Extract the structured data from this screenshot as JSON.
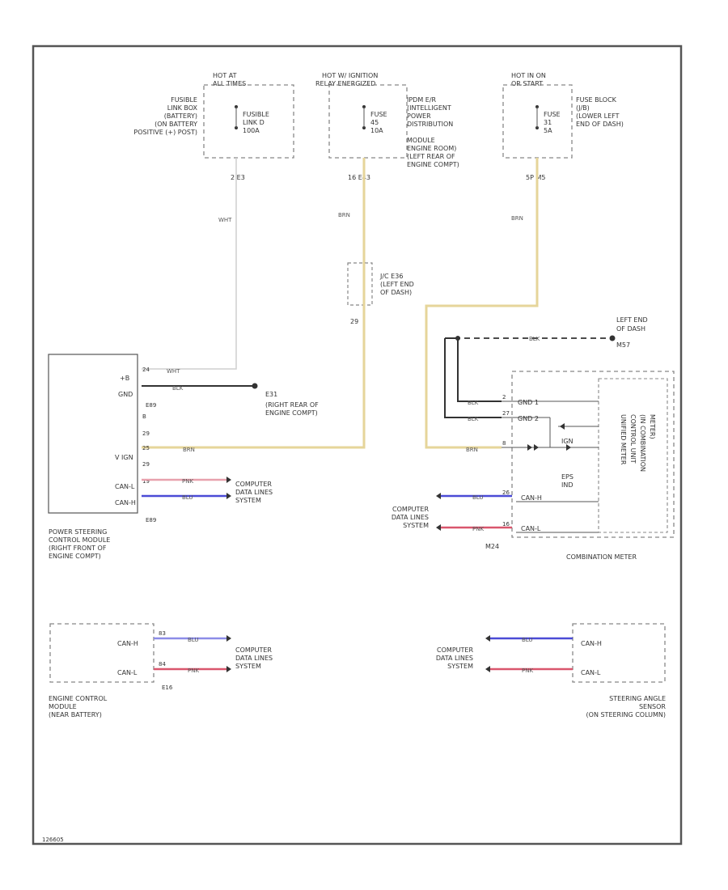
{
  "colors": {
    "frame": "#555555",
    "box_dash": "#888888",
    "wire_yellow": "#e6d59a",
    "wire_white": "#cfcfcf",
    "wire_black": "#333333",
    "wire_pink": "#e8a1ad",
    "wire_red": "#d9566d",
    "wire_blue": "#4b4bd6",
    "wire_blue_light": "#8c8ce8"
  },
  "power": {
    "fusible": {
      "hot_label": [
        "HOT AT",
        "ALL TIMES"
      ],
      "loc_label": [
        "FUSIBLE",
        "LINK BOX",
        "(BATTERY)",
        "(ON BATTERY",
        "POSITIVE (+) POST)"
      ],
      "fuse_label": [
        "FUSIBLE",
        "LINK D",
        "100A"
      ],
      "connector": "2 E3"
    },
    "ipdm": {
      "hot_label": [
        "HOT W/ IGNITION",
        "RELAY ENERGIZED"
      ],
      "fuse_label": [
        "FUSE",
        "45",
        "10A"
      ],
      "loc_label": [
        "IPDM E/R",
        "(INTELLIGENT",
        "POWER",
        "DISTRIBUTION",
        "MODULE",
        "ENGINE ROOM)",
        "(LEFT REAR OF",
        "ENGINE COMPT)"
      ],
      "connector": "16 E43"
    },
    "fuseblock": {
      "hot_label": [
        "HOT IN ON",
        "OR START"
      ],
      "fuse_label": [
        "FUSE",
        "31",
        "5A"
      ],
      "loc_label": [
        "FUSE BLOCK",
        "(J/B)",
        "(LOWER LEFT",
        "END OF DASH)"
      ],
      "connector": "5P M5"
    }
  },
  "junction": {
    "label": [
      "J/C E36",
      "(LEFT END",
      "OF DASH)"
    ],
    "pin": "29"
  },
  "wires": {
    "wht": "WHT",
    "brn_1": "BRN",
    "brn_2": "BRN",
    "brn_3": "BRN",
    "blk": "BLK",
    "pnk": "PNK",
    "blu": "BLU"
  },
  "ps_module": {
    "pins": [
      "24",
      "B",
      "29",
      "25",
      "29",
      "19"
    ],
    "pin_names": [
      "+B",
      "GND",
      "V IGN",
      "CAN-L",
      "CAN-H"
    ],
    "connector_1": "E89",
    "connector_2": "E89",
    "ground": "E31",
    "ground_label": [
      "(RIGHT REAR OF",
      "ENGINE COMPT)"
    ],
    "label": [
      "POWER STEERING",
      "CONTROL MODULE",
      "(RIGHT FRONT OF",
      "ENGINE COMPT)"
    ]
  },
  "cds_labels": {
    "ps": [
      "COMPUTER",
      "DATA LINES",
      "SYSTEM"
    ],
    "meter": [
      "COMPUTER",
      "DATA LINES",
      "SYSTEM"
    ],
    "ecm": [
      "COMPUTER",
      "DATA LINES",
      "SYSTEM"
    ],
    "sas": [
      "COMPUTER",
      "DATA LINES",
      "SYSTEM"
    ]
  },
  "combination_meter": {
    "ground_label": [
      "LEFT END",
      "OF DASH",
      "M57"
    ],
    "pins": [
      "2",
      "27",
      "8",
      "26",
      "16"
    ],
    "pin_names": [
      "GND 1",
      "GND 2",
      "IGN",
      "CAN-H",
      "CAN-L"
    ],
    "connector": "M24",
    "eps": [
      "EPS",
      "IND"
    ],
    "unit_label": [
      "UNIFIED METER",
      "CONTROL UNIT",
      "(IN COMBINATION",
      "METER)"
    ],
    "label": "COMBINATION METER"
  },
  "ecm": {
    "pin_names": [
      "CAN-H",
      "CAN-L"
    ],
    "pins": [
      "83",
      "84"
    ],
    "connector": "E16",
    "label": [
      "ENGINE CONTROL",
      "MODULE",
      "(NEAR BATTERY)"
    ]
  },
  "sas": {
    "pin_names": [
      "CAN-H",
      "CAN-L"
    ],
    "label": [
      "STEERING ANGLE",
      "SENSOR",
      "(ON STEERING COLUMN)"
    ]
  },
  "figure_id": "126605"
}
